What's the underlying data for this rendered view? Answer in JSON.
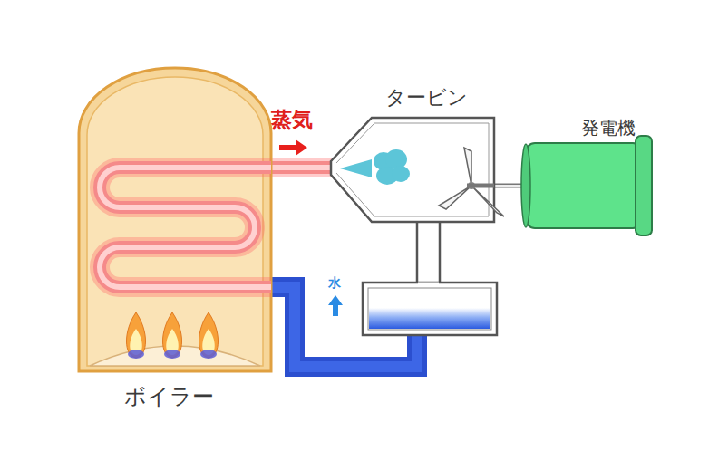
{
  "diagram": {
    "nodes": [
      {
        "text": [
          "ボイラー"
        ]
      },
      {
        "text": [
          "タービン"
        ]
      },
      {
        "text": [
          "発電機"
        ]
      }
    ],
    "edges": [
      {
        "from": 0,
        "to": 1,
        "arrow": "none"
      }
    ],
    "labels": [
      "蒸気",
      "水"
    ]
  }
}
